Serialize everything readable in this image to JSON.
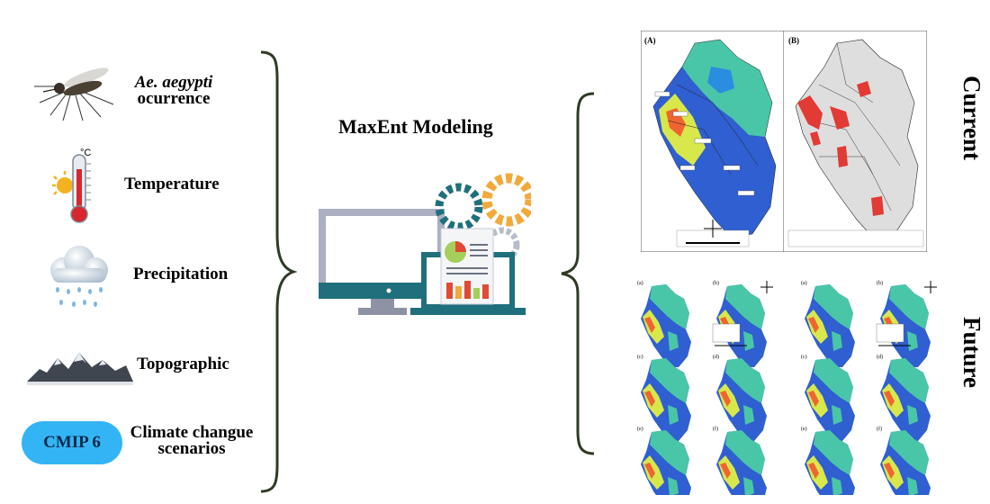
{
  "inputs": {
    "occurrence_species": "Ae. aegypti",
    "occurrence_word": "ocurrence",
    "temperature": "Temperature",
    "precipitation": "Precipitation",
    "topographic": "Topographic",
    "cmip_badge": "CMIP 6",
    "climate_line1": "Climate changue",
    "climate_line2": "scenarios",
    "thermo_unit": "°C"
  },
  "center": {
    "title": "MaxEnt Modeling"
  },
  "maps": {
    "current_label": "Current",
    "future_label": "Future",
    "panel_a": "(A)",
    "panel_b": "(B)",
    "future_panels_left": [
      "(a)",
      "(b)",
      "(c)",
      "(d)",
      "(e)",
      "(f)"
    ],
    "future_panels_right": [
      "(a)",
      "(b)",
      "(c)",
      "(d)",
      "(e)",
      "(f)"
    ]
  },
  "colors": {
    "bracket": "#2f3b24",
    "badge": "#33b5f5",
    "monitor_frame": "#aab0c2",
    "monitor_base": "#1f6f7d",
    "gear_orange": "#f2a93b",
    "gear_teal": "#1f6f7d"
  }
}
